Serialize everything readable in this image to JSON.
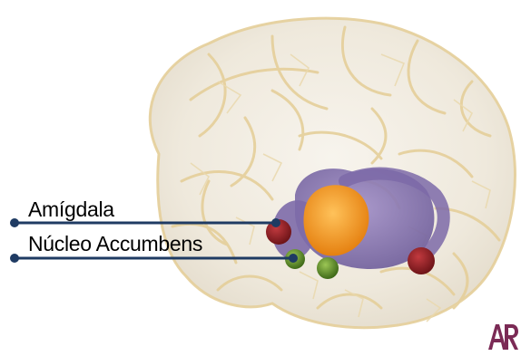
{
  "labels": {
    "amygdala": "Amígdala",
    "nucleus_accumbens": "Núcleo Accumbens"
  },
  "logo": {
    "text": "AR",
    "color": "#7b2a55"
  },
  "colors": {
    "brain_outline": "#e8d5a8",
    "brain_fill": "#f1ece2",
    "limbic_purple": "#8e7bb5",
    "thalamus_orange": "#f39a1e",
    "amygdala_red": "#8f1d22",
    "accumbens_green": "#5c8c2a",
    "leader_line": "#1f3b63"
  }
}
